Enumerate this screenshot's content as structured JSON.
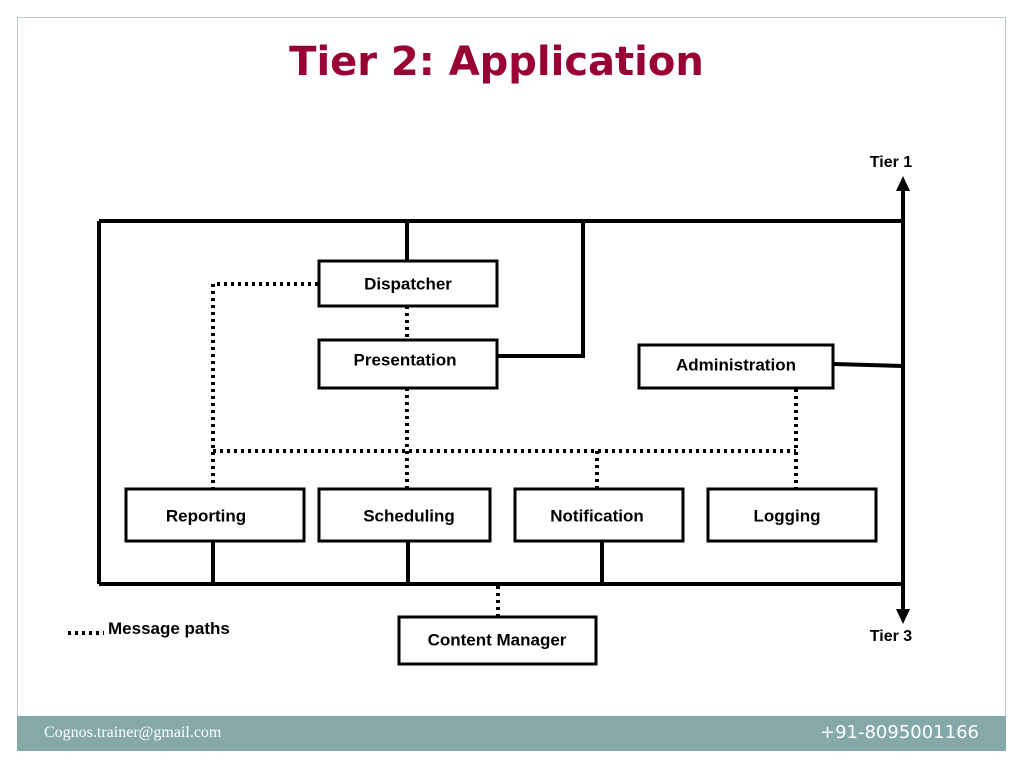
{
  "slide": {
    "title": "Tier 2: Application"
  },
  "diagram": {
    "boxes": {
      "dispatcher": "Dispatcher",
      "presentation": "Presentation",
      "administration": "Administration",
      "reporting": "Reporting",
      "scheduling": "Scheduling",
      "notification": "Notification",
      "logging": "Logging",
      "content_manager": "Content Manager"
    },
    "tier_top": "Tier 1",
    "tier_bottom": "Tier 3",
    "legend": "Message paths"
  },
  "footer": {
    "email": "Cognos.trainer@gmail.com",
    "phone": "+91-8095001166"
  },
  "colors": {
    "title": "#990033",
    "footer_bar": "#85a8a8",
    "footer_text": "#ffffff"
  }
}
